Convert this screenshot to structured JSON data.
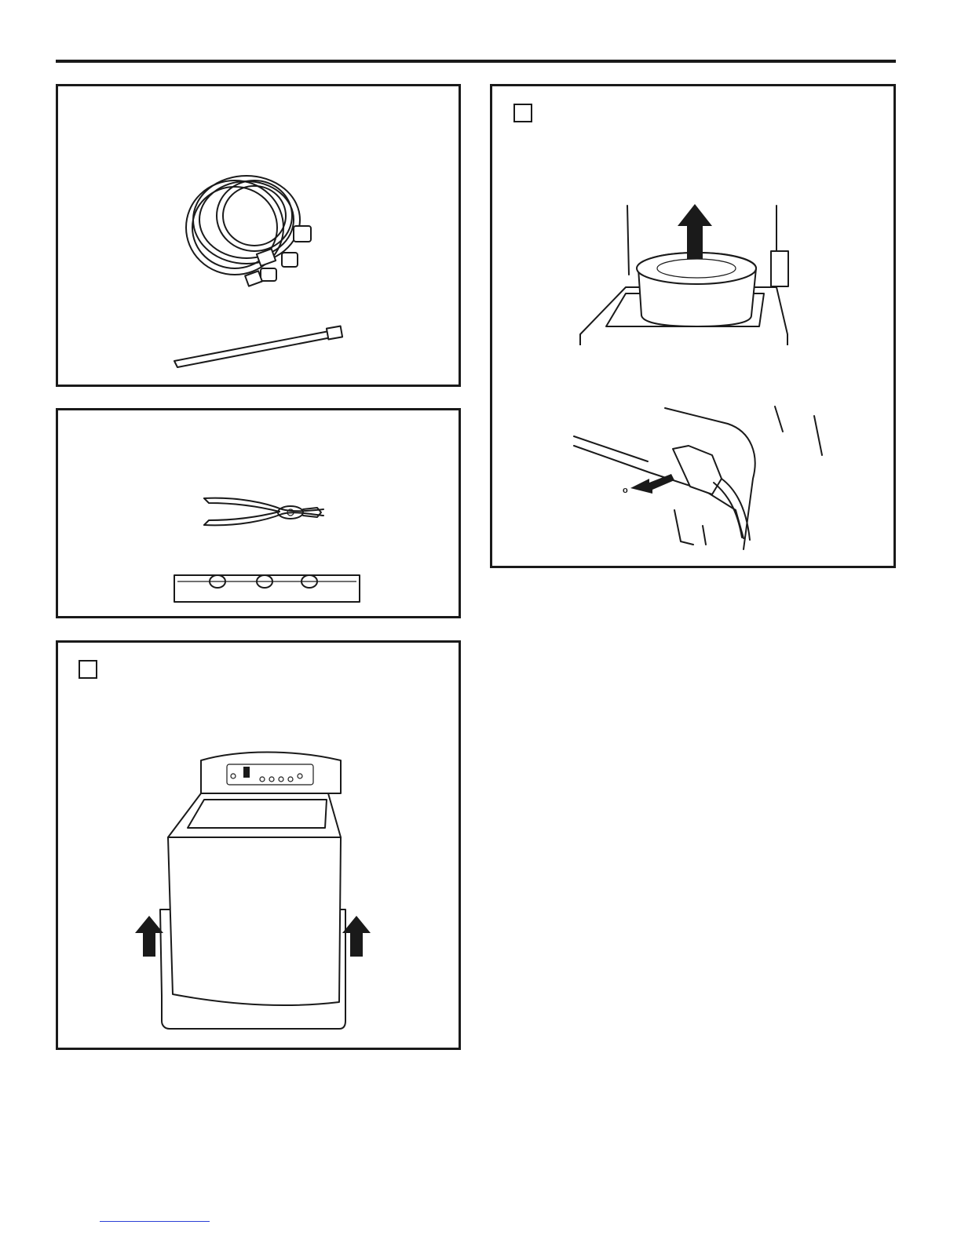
{
  "page": {
    "header_rule": "top-rule",
    "panels": [
      {
        "id": "hoses-and-tie",
        "has_checkbox": false,
        "illustrations": [
          "water-hoses",
          "cable-tie"
        ]
      },
      {
        "id": "tools",
        "has_checkbox": false,
        "illustrations": [
          "pliers",
          "base-bracket"
        ]
      },
      {
        "id": "lift-washer",
        "has_checkbox": true,
        "illustrations": [
          "washer-on-base",
          "up-arrow-left",
          "up-arrow-right"
        ]
      },
      {
        "id": "remove-tub-and-hose",
        "has_checkbox": true,
        "illustrations": [
          "tub-lift",
          "drain-hose-removal"
        ]
      }
    ],
    "drain_hose_label": "o"
  },
  "colors": {
    "ink": "#1a1a1a",
    "link": "#2b3fd6",
    "background": "#ffffff"
  }
}
